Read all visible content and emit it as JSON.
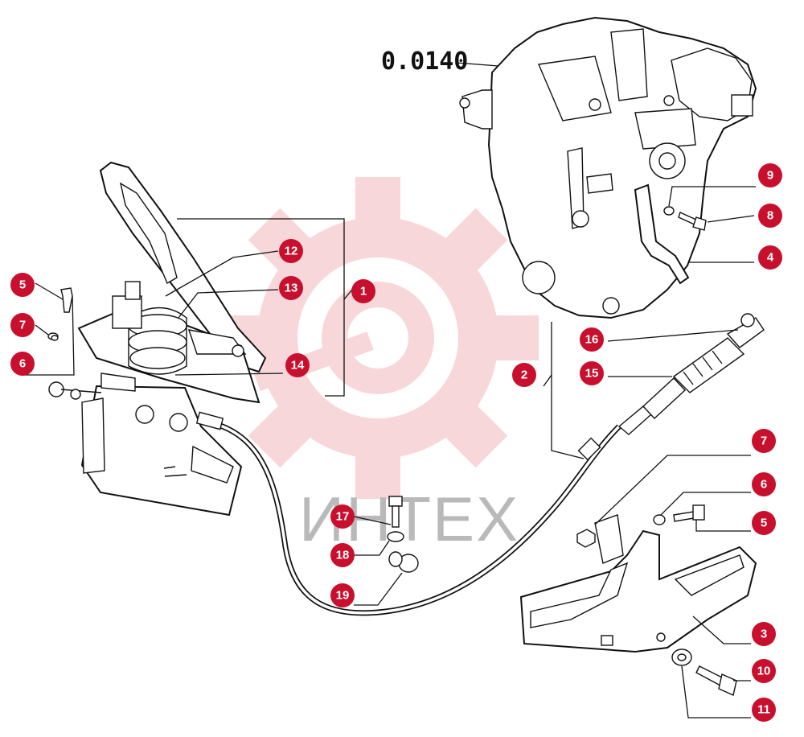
{
  "reference_code": "0.0140",
  "watermark": {
    "text": "ИНТЕХ",
    "color": "#f2b8bd"
  },
  "callout_color": "#c8102e",
  "callouts": [
    {
      "id": "c1",
      "label": "1"
    },
    {
      "id": "c2",
      "label": "2"
    },
    {
      "id": "c3",
      "label": "3"
    },
    {
      "id": "c4",
      "label": "4"
    },
    {
      "id": "c5a",
      "label": "5"
    },
    {
      "id": "c5b",
      "label": "5"
    },
    {
      "id": "c6a",
      "label": "6"
    },
    {
      "id": "c6b",
      "label": "6"
    },
    {
      "id": "c7a",
      "label": "7"
    },
    {
      "id": "c7b",
      "label": "7"
    },
    {
      "id": "c8",
      "label": "8"
    },
    {
      "id": "c9",
      "label": "9"
    },
    {
      "id": "c10",
      "label": "10"
    },
    {
      "id": "c11",
      "label": "11"
    },
    {
      "id": "c12",
      "label": "12"
    },
    {
      "id": "c13",
      "label": "13"
    },
    {
      "id": "c14",
      "label": "14"
    },
    {
      "id": "c15",
      "label": "15"
    },
    {
      "id": "c16",
      "label": "16"
    },
    {
      "id": "c17",
      "label": "17"
    },
    {
      "id": "c18",
      "label": "18"
    },
    {
      "id": "c19",
      "label": "19"
    }
  ]
}
